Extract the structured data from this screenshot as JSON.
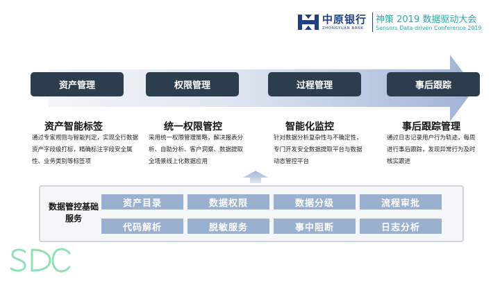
{
  "header": {
    "logo_cn": "中原银行",
    "logo_en": "ZHONGYUAN BANK",
    "conference_cn": "神策 2019 数据驱动大会",
    "conference_en": "Sensors Data-driven Conference 2019"
  },
  "stages": [
    {
      "label": "资产管理",
      "title": "资产智能标签",
      "desc": "通过专家规则与智能判定，实现全行数据资产字段级打标，精确标注字段安全属性、业务类别等标签项"
    },
    {
      "label": "权限管理",
      "title": "统一权限管控",
      "desc": "采用统一权限管理策略，解决报表分析、自助分析、客户洞察、数据提取全场景线上化数据应用"
    },
    {
      "label": "过程管理",
      "title": "智能化监控",
      "desc": "针对数据分析复杂性与不确定性，专门开发安全数据提取平台与数据动态管控平台"
    },
    {
      "label": "事后跟踪",
      "title": "事后跟踪管理",
      "desc": "通过日志记录用户行为轨迹，每周进行事后跟踪，发现异常行为及时核实跟进"
    }
  ],
  "foundation": {
    "label": "数据管控基础服务",
    "services": [
      "资产目录",
      "数据权限",
      "数据分级",
      "流程审批",
      "代码解析",
      "脱敏服务",
      "事中阻断",
      "日志分析"
    ]
  },
  "watermark": "SDC",
  "colors": {
    "pill": "#2c3e4d",
    "service": "#9ab0cf",
    "arrow_light": "#eef1f7",
    "arrow_dark": "#9fb3d6",
    "brand_blue": "#1d3f87",
    "conference_teal": "#2aa9a5"
  }
}
